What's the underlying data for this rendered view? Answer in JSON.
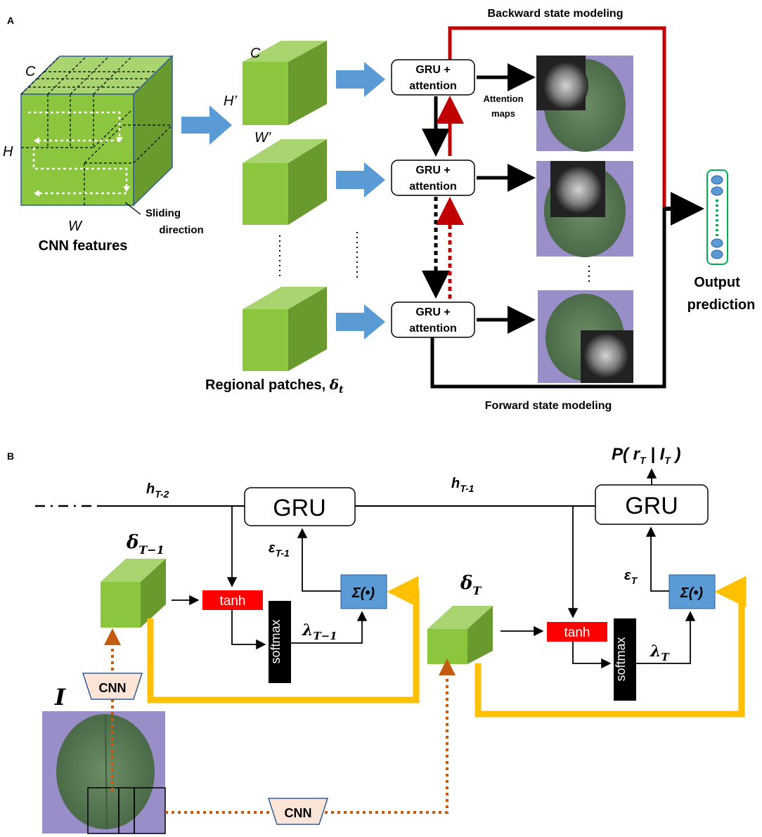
{
  "panel_a": {
    "label": "A",
    "cube": {
      "c": "C",
      "h": "H",
      "w": "W",
      "sliding": [
        "Sliding",
        "direction"
      ],
      "caption": "CNN features"
    },
    "patch": {
      "c": "C",
      "h": "H’",
      "w": "W’"
    },
    "patches_caption": "Regional patches, ",
    "patches_symbol": "δ",
    "patches_sub": "t",
    "gru_line1": "GRU +",
    "gru_line2": "attention",
    "attention_maps": [
      "Attention",
      "maps"
    ],
    "backward": "Backward state modeling",
    "forward": "Forward state modeling",
    "output": [
      "Output",
      "prediction"
    ]
  },
  "panel_b": {
    "label": "B",
    "h_tm2": "h",
    "h_tm2_sub": "T-2",
    "h_tm1": "h",
    "h_tm1_sub": "T-1",
    "gru": "GRU",
    "prob": "P( r",
    "prob_sub1": "T",
    "prob_mid": " | I",
    "prob_sub2": "T",
    "prob_end": " )",
    "delta": "δ",
    "delta_sub1": "T−1",
    "delta_sub2": "T",
    "eps": "ε",
    "eps_sub1": "T-1",
    "eps_sub2": "T",
    "tanh": "tanh",
    "softmax": "softmax",
    "sigma": "Σ(•)",
    "lambda": "λ",
    "lambda_sub1": "T−1",
    "lambda_sub2": "T",
    "cnn": "CNN",
    "image": "I"
  },
  "colors": {
    "green": "#8cc63f",
    "green_dark": "#6a9a2e",
    "green_top": "#a9d46f",
    "arrow_blue": "#5b9bd5",
    "red": "#c00000",
    "yellow": "#ffc000",
    "orange_dot": "#c55a11",
    "sigma_blue": "#5b9bd5",
    "tanh_red": "#ff0000",
    "output_green": "#00b050",
    "leaf": "#5f7f5a",
    "purple_bg": "#9a8ec9"
  }
}
